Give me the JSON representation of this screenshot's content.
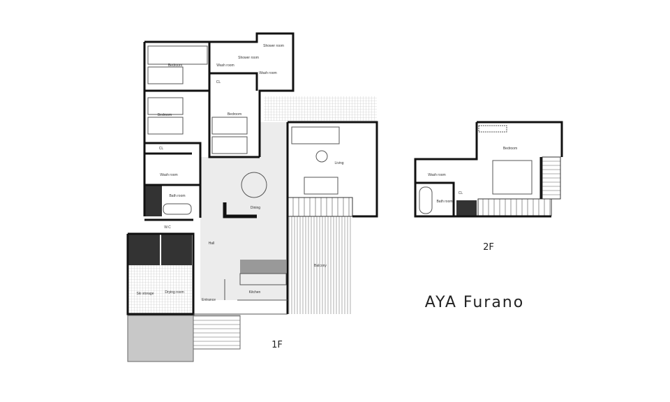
{
  "title": "AYA Furano",
  "floor1": {
    "label": "1F",
    "rooms": {
      "bedroom_a": "Bedroom",
      "wash_a": "Wash room",
      "shower_a": "Shower room",
      "shower_b": "Shower room",
      "wash_b": "Wash room",
      "cl_a": "CL",
      "bedroom_b": "Bedroom",
      "bedroom_c": "Bedroom",
      "cl_b": "CL",
      "wash_c": "Wash room",
      "bath": "Bath room",
      "wc": "W.C",
      "dining": "Dining",
      "living": "Living",
      "hall": "Hall",
      "balcony": "Balcony",
      "kitchen": "Kitchen",
      "ski_storage": "Ski storage",
      "drying_room": "Drying room",
      "entrance": "Entrance"
    }
  },
  "floor2": {
    "label": "2F",
    "rooms": {
      "bedroom": "Bedroom",
      "wash": "Wash room",
      "bath": "Bath room",
      "cl": "CL"
    }
  }
}
